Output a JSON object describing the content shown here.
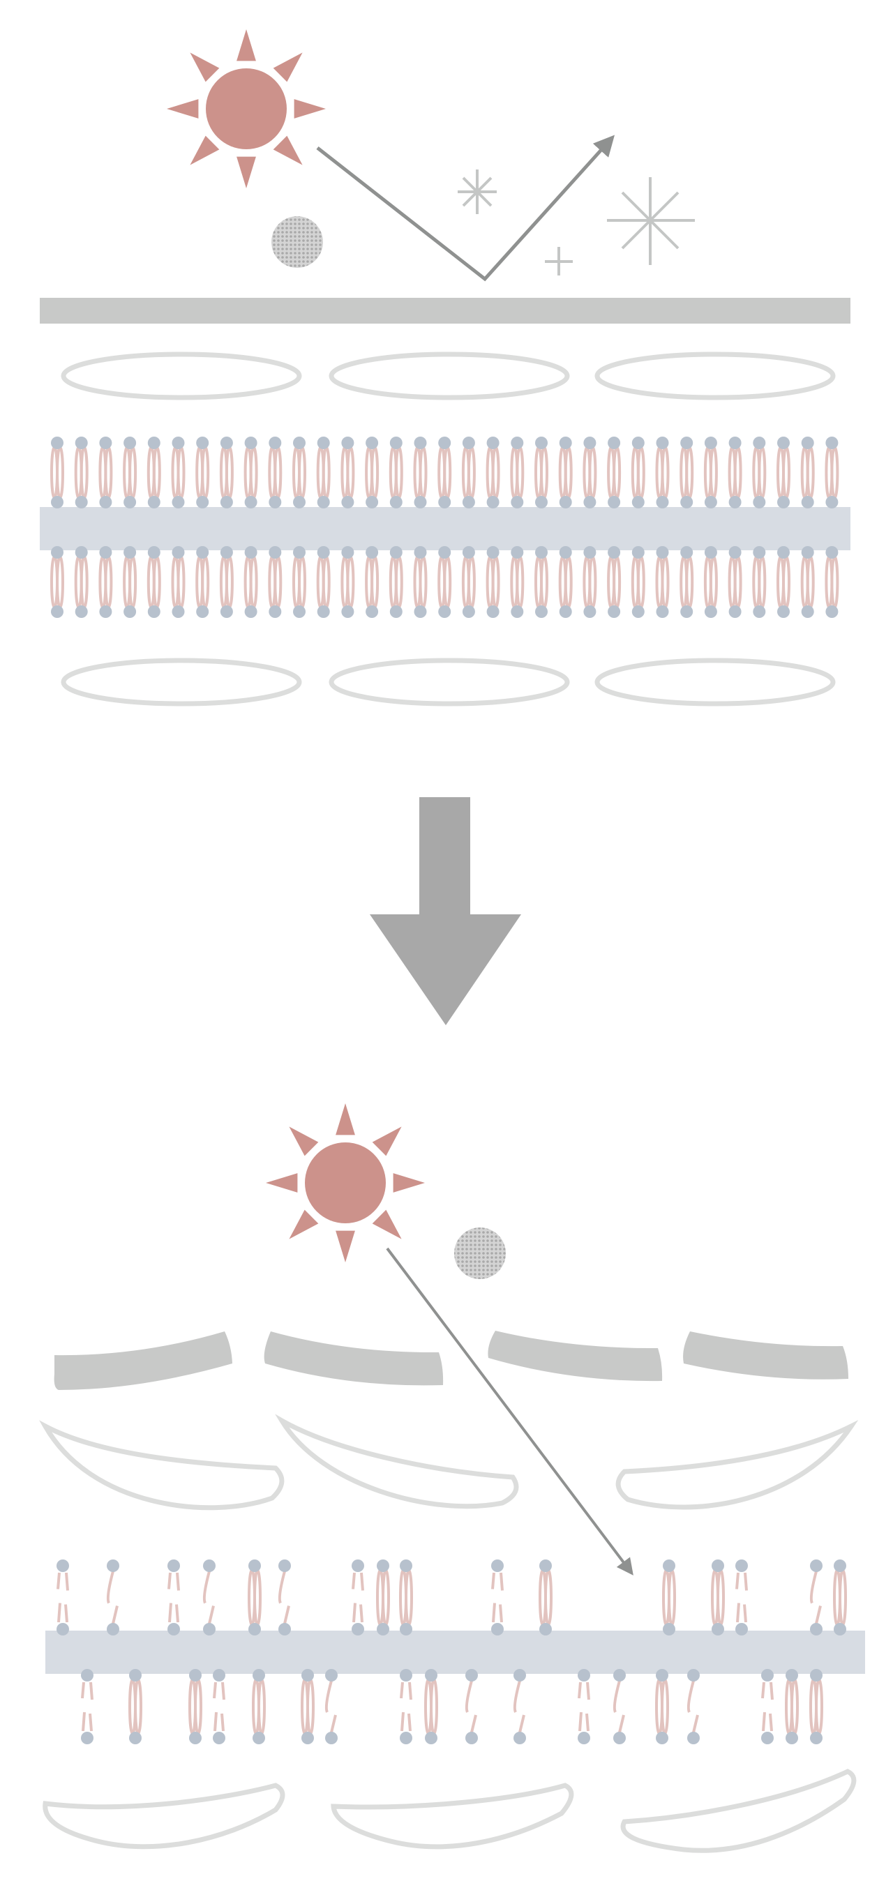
{
  "diagram": {
    "description_items": [
      "sun",
      "particle",
      "reflected-ray",
      "barrier-layer",
      "cells",
      "lipid-bilayer",
      "process-arrow",
      "damaged-barrier",
      "penetrating-ray",
      "damaged-bilayer"
    ],
    "colors": {
      "sun": "#cc928b",
      "arrow": "#8f9190",
      "barrier": "#c8c9c8",
      "cell_outline": "#dcdddc",
      "bilayer_band": "#d7dce3",
      "lipid_head": "#b7c1cd",
      "lipid_tail": "#e2c3bf",
      "process_arrow": "#a8a8a8",
      "sparkle": "#c4c6c5",
      "particle": "#b5b5b5"
    }
  }
}
